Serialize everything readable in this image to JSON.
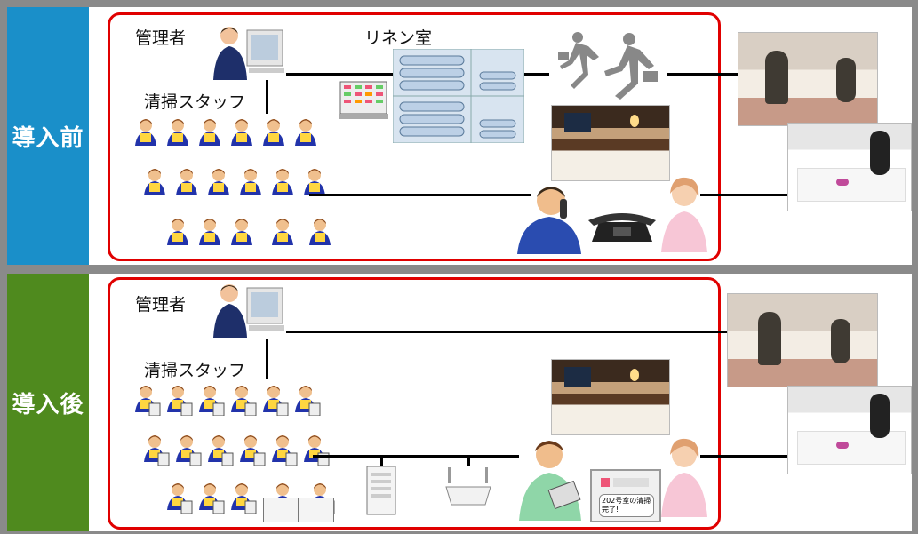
{
  "colors": {
    "before": "#1a8fc9",
    "after": "#4f8a1e",
    "frame": "#e00000"
  },
  "before": {
    "label": "導入前",
    "manager": "管理者",
    "staff": "清掃スタッフ",
    "linen_room": "リネン室",
    "staff_rows": [
      6,
      6,
      5
    ]
  },
  "after": {
    "label": "導入後",
    "manager": "管理者",
    "staff": "清掃スタッフ",
    "staff_rows": [
      6,
      6,
      5
    ],
    "tablet_note": "202号室の清掃完了!"
  },
  "icons": [
    "manager-computer-icon",
    "staff-person-icon",
    "linen-shelf-icon",
    "running-people-icon",
    "hotel-room-photo",
    "housekeeping-photo",
    "phone-icon",
    "server-icon",
    "access-point-icon",
    "tablet-icon"
  ]
}
